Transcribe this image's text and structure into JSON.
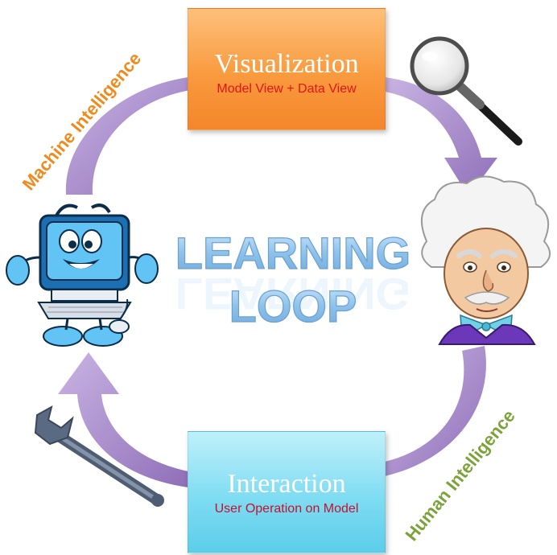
{
  "diagram": {
    "center_title": {
      "line1": "LEARNING",
      "line2": "LOOP"
    },
    "visualization": {
      "title": "Visualization",
      "subtitle": "Model View + Data View"
    },
    "interaction": {
      "title": "Interaction",
      "subtitle": "User Operation on Model"
    },
    "side_labels": {
      "left": "Machine Intelligence",
      "right": "Human Intelligence"
    },
    "icons": [
      "magnifier-icon",
      "wrench-icon",
      "computer-mascot-icon",
      "scientist-caricature-icon"
    ],
    "colors": {
      "arrow": "#a98bc9",
      "visualization_box": "#f99a3e",
      "interaction_box": "#7fdcf2",
      "machine_label": "#f08a1c",
      "human_label": "#7ba33a",
      "center_title": "#8fc4ea"
    }
  }
}
